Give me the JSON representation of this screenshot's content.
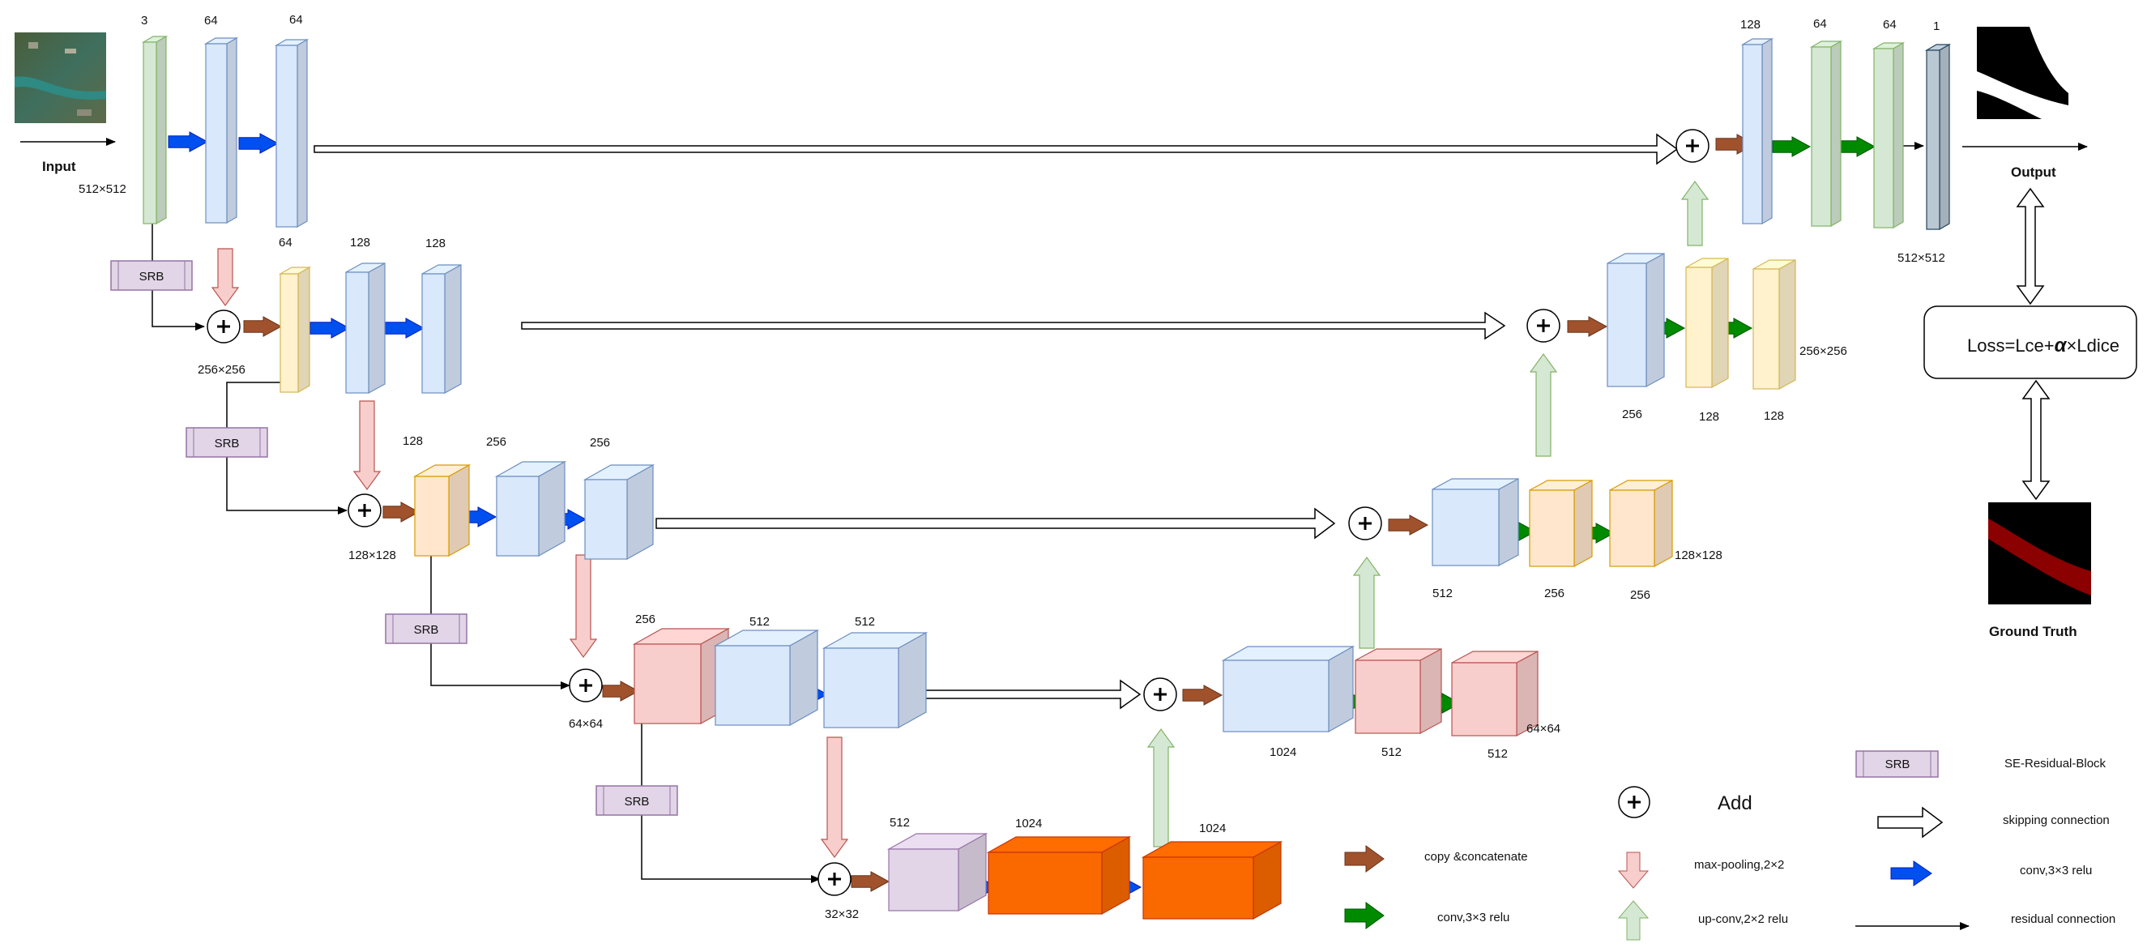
{
  "colors": {
    "blue_face": "#dae8fc",
    "blue_side": "#c3d3ec",
    "blue_top": "#e8f0fd",
    "blue_stroke": "#6c8ebf",
    "green_face": "#d5e8d4",
    "green_side": "#b9d6b7",
    "green_stroke": "#82b366",
    "yellow_face": "#fff2cc",
    "yellow_side": "#ecd9a6",
    "yellow_stroke": "#d6b656",
    "orange_face": "#ffe6cc",
    "orange_side": "#f4ce9f",
    "orange_stroke": "#d79b00",
    "red_face": "#f8cecc",
    "red_side": "#e9a8a6",
    "red_stroke": "#b85450",
    "purple_face": "#e1d5e7",
    "purple_side": "#cbbad5",
    "purple_stroke": "#9673a6",
    "dorange_face": "#fa6800",
    "dorange_side": "#e45f00",
    "dorange_stroke": "#c73500",
    "gray_face": "#bac8d3",
    "gray_side": "#8fa3b4",
    "gray_stroke": "#23445d",
    "conv_blue": "#0050ef",
    "conv_green": "#008a00",
    "copy_brown": "#a0522d",
    "pool_pink": "#f8cecc",
    "up_green": "#d5e8d4"
  },
  "labels": {
    "input": "Input",
    "output": "Output",
    "ground_truth": "Ground Truth",
    "loss_prefix": "Loss=Lce+",
    "loss_alpha": "α",
    "loss_suffix": "×Ldice",
    "srb": "SRB"
  },
  "channels": {
    "e1": "3",
    "e2": "64",
    "e3": "64",
    "l2a": "64",
    "l2b": "128",
    "l2c": "128",
    "l3a": "128",
    "l3b": "256",
    "l3c": "256",
    "l4a": "256",
    "l4b": "512",
    "l4c": "512",
    "l5a": "512",
    "l5b": "1024",
    "l5c": "1024",
    "d4a": "1024",
    "d4b": "512",
    "d4c": "512",
    "d3a": "512",
    "d3b": "256",
    "d3c": "256",
    "d2a": "256",
    "d2b": "128",
    "d2c": "128",
    "d1a": "128",
    "d1b": "64",
    "d1c": "64",
    "d1d": "1"
  },
  "sizes": {
    "s512_in": "512×512",
    "s256": "256×256",
    "s128": "128×128",
    "s64": "64×64",
    "s32": "32×32",
    "s64_r": "64×64",
    "s128_r": "128×128",
    "s256_r": "256×256",
    "s512_out": "512×512"
  },
  "legend": {
    "add": "Add",
    "srb": "SE-Residual-Block",
    "copy": "copy &concatenate",
    "maxpool": "max-pooling,2×2",
    "skip": "skipping connection",
    "conv_blue": "conv,3×3 relu",
    "conv_green": "conv,3×3 relu",
    "upconv": "up-conv,2×2 relu",
    "residual": "residual connection"
  }
}
